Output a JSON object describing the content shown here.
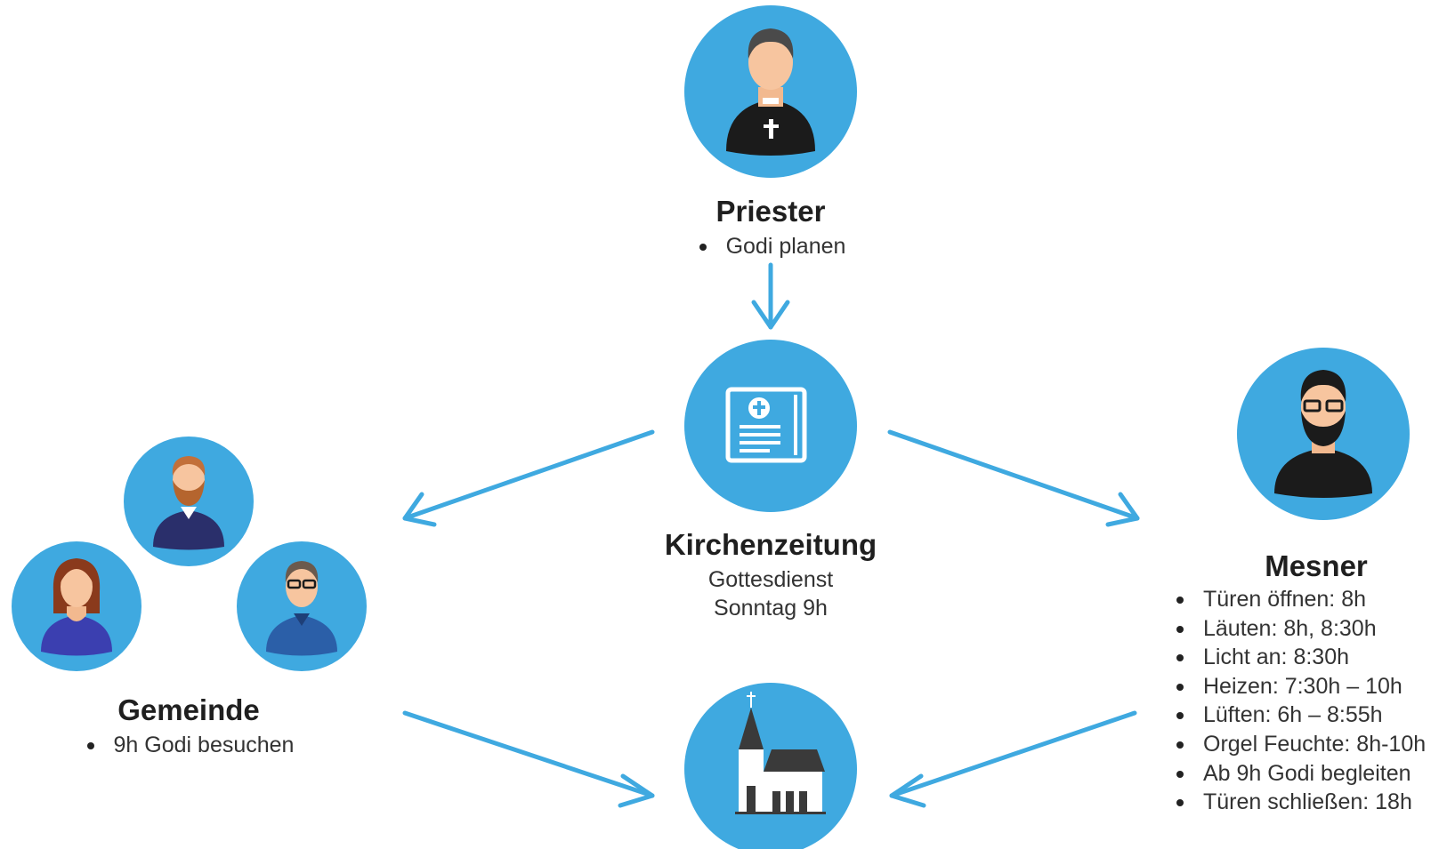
{
  "colors": {
    "accent": "#3fa9e0",
    "dark": "#1b1b1b",
    "skin": "#f7c59f"
  },
  "priester": {
    "title": "Priester",
    "items": [
      "Godi planen"
    ]
  },
  "kirchenzeitung": {
    "title": "Kirchenzeitung",
    "line1": "Gottesdienst",
    "line2": "Sonntag 9h"
  },
  "gemeinde": {
    "title": "Gemeinde",
    "items": [
      "9h Godi besuchen"
    ]
  },
  "mesner": {
    "title": "Mesner",
    "items": [
      "Türen öffnen: 8h",
      "Läuten: 8h, 8:30h",
      "Licht an: 8:30h",
      "Heizen: 7:30h – 10h",
      "Lüften: 6h – 8:55h",
      "Orgel Feuchte: 8h-10h",
      "Ab 9h Godi begleiten",
      "Türen schließen: 18h"
    ]
  },
  "icons": {
    "priester": "priest-icon",
    "kirchenzeitung": "newspaper-icon",
    "mesner": "bearded-man-icon",
    "gemeinde": [
      "woman-icon",
      "bearded-man-icon",
      "man-glasses-icon"
    ],
    "kirche": "church-icon"
  }
}
